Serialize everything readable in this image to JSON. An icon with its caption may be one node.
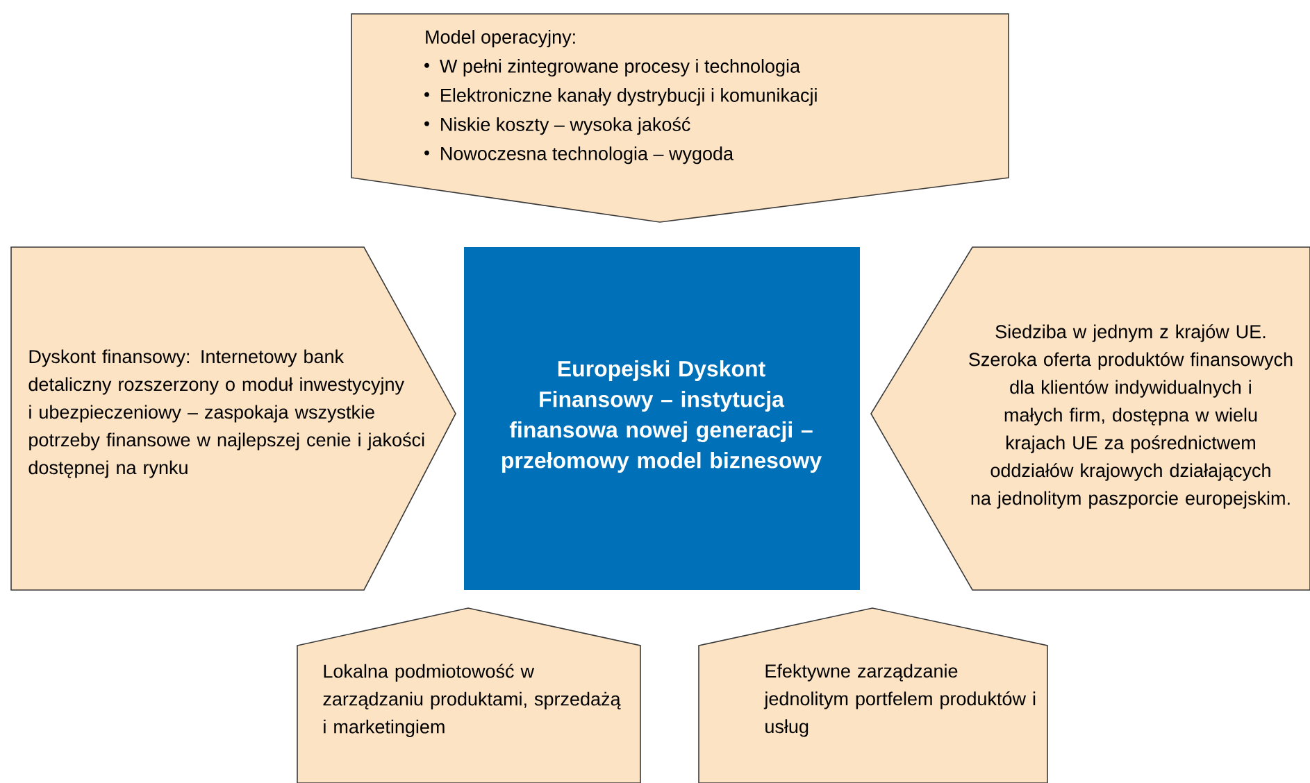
{
  "diagram": {
    "nodes": [
      {
        "text": [
          "Model operacyjny:",
          "W pełni zintegrowane procesy i technologia",
          "Elektroniczne kanały dystrybucji i komunikacji",
          "Niskie koszty – wysoka jakość",
          "Nowoczesna technologia – wygoda"
        ]
      },
      {
        "text": [
          "Dyskont finansowy: Internetowy bank detaliczny rozszerzony o moduł inwestycyjny i ubezpieczeniowy – zaspokaja wszystkie potrzeby finansowe w najlepszej cenie i jakości dostępnej na rynku"
        ]
      },
      {
        "text": [
          "Europejski Dyskont Finansowy – instytucja finansowa nowej generacji – przełomowy model biznesowy"
        ]
      },
      {
        "text": [
          "Siedziba w jednym z krajów UE. Szeroka oferta produktów finansowych dla klientów indywidualnych i małych firm, dostępna w wielu krajach UE za pośrednictwem oddziałów krajowych działających na jednolitym paszporcie europejskim."
        ]
      },
      {
        "text": [
          "Lokalna podmiotowość w zarządzaniu produktami, sprzedażą i marketingiem"
        ]
      },
      {
        "text": [
          "Efektywne zarządzanie jednolitym portfelem produktów i usług"
        ]
      }
    ]
  }
}
